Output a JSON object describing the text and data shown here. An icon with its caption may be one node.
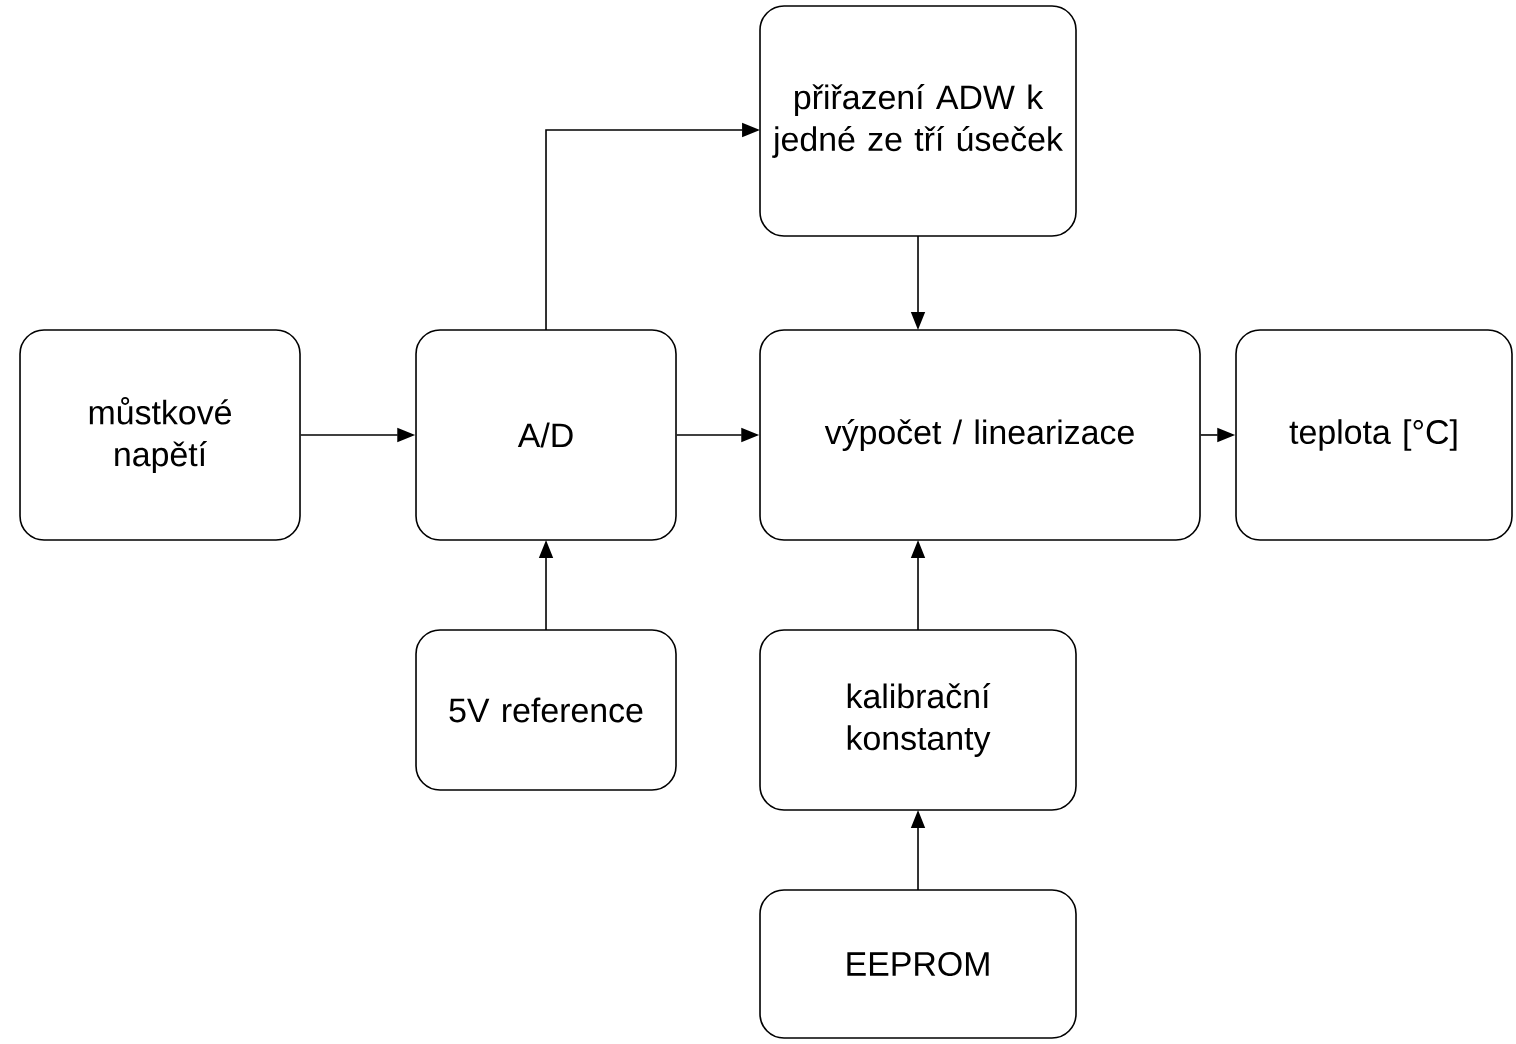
{
  "diagram": {
    "nodes": [
      {
        "text": [
          "můstkové napětí"
        ]
      },
      {
        "text": [
          "A/D"
        ]
      },
      {
        "text": [
          "přiřazení ADW k jedné ze tří úseček"
        ]
      },
      {
        "text": [
          "výpočet / linearizace"
        ]
      },
      {
        "text": [
          "teplota [°C]"
        ]
      },
      {
        "text": [
          "5V reference"
        ]
      },
      {
        "text": [
          "kalibrační konstanty"
        ]
      },
      {
        "text": [
          "EEPROM"
        ]
      }
    ],
    "edges": [
      {
        "from": 0,
        "to": 1,
        "arrow": "to"
      },
      {
        "from": 1,
        "to": 2,
        "arrow": "to"
      },
      {
        "from": 1,
        "to": 3,
        "arrow": "to"
      },
      {
        "from": 2,
        "to": 3,
        "arrow": "to"
      },
      {
        "from": 3,
        "to": 4,
        "arrow": "to"
      },
      {
        "from": 5,
        "to": 1,
        "arrow": "to"
      },
      {
        "from": 6,
        "to": 3,
        "arrow": "to"
      },
      {
        "from": 7,
        "to": 6,
        "arrow": "to"
      }
    ]
  }
}
